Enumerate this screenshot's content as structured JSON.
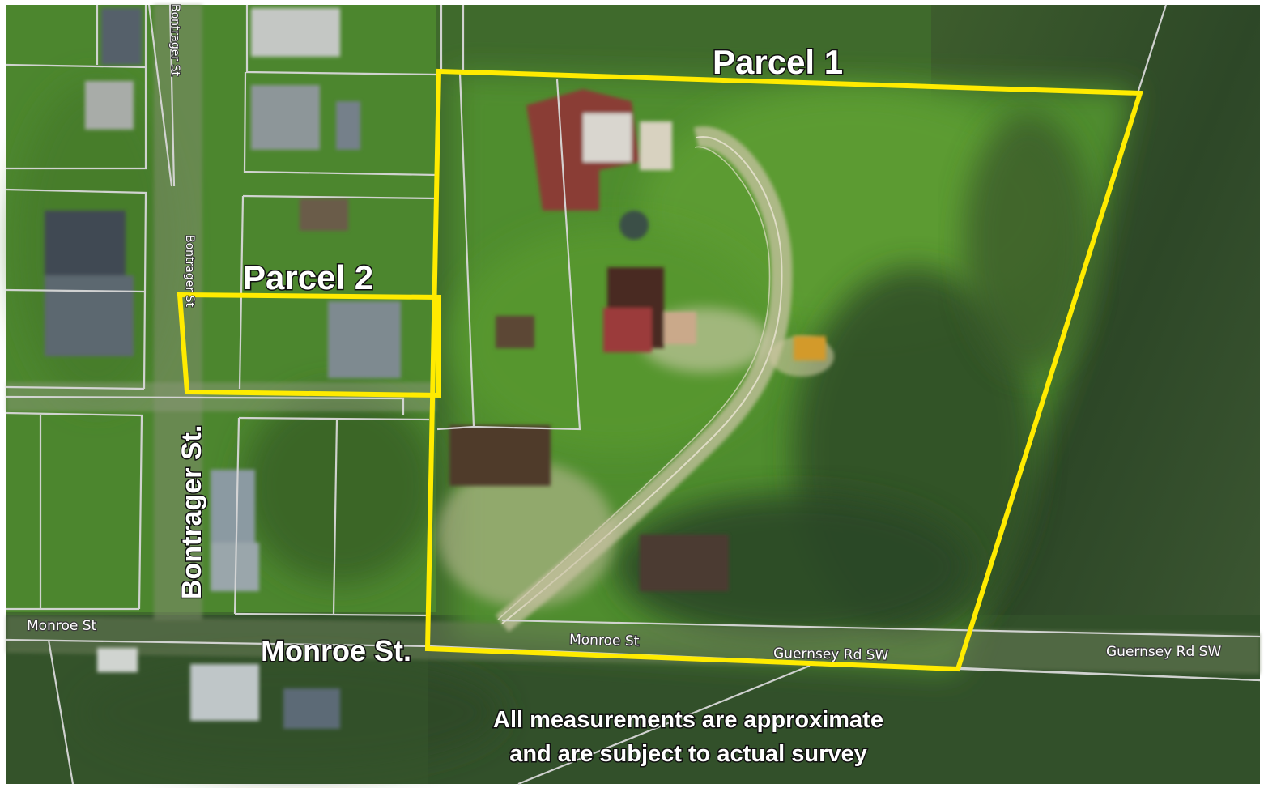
{
  "map": {
    "parcel_1_label": "Parcel 1",
    "parcel_2_label": "Parcel 2",
    "street_labels": {
      "bontrager_st_top": "Bontrager St",
      "bontrager_st_mid": "Bontrager St",
      "bontrager_st_bold": "Bontrager St.",
      "monroe_st_left": "Monroe St",
      "monroe_st_bold": "Monroe St.",
      "monroe_st_mid": "Monroe St",
      "guernsey_rd_mid": "Guernsey Rd SW",
      "guernsey_rd_right": "Guernsey Rd SW"
    },
    "disclaimer_line_1": "All measurements are approximate",
    "disclaimer_line_2": "and are subject to actual survey",
    "colors": {
      "parcel_outline": "#ffeb00",
      "lot_lines": "#d8d8d8",
      "grass": "#4f8f2e",
      "trees": "#2f4a26"
    }
  }
}
